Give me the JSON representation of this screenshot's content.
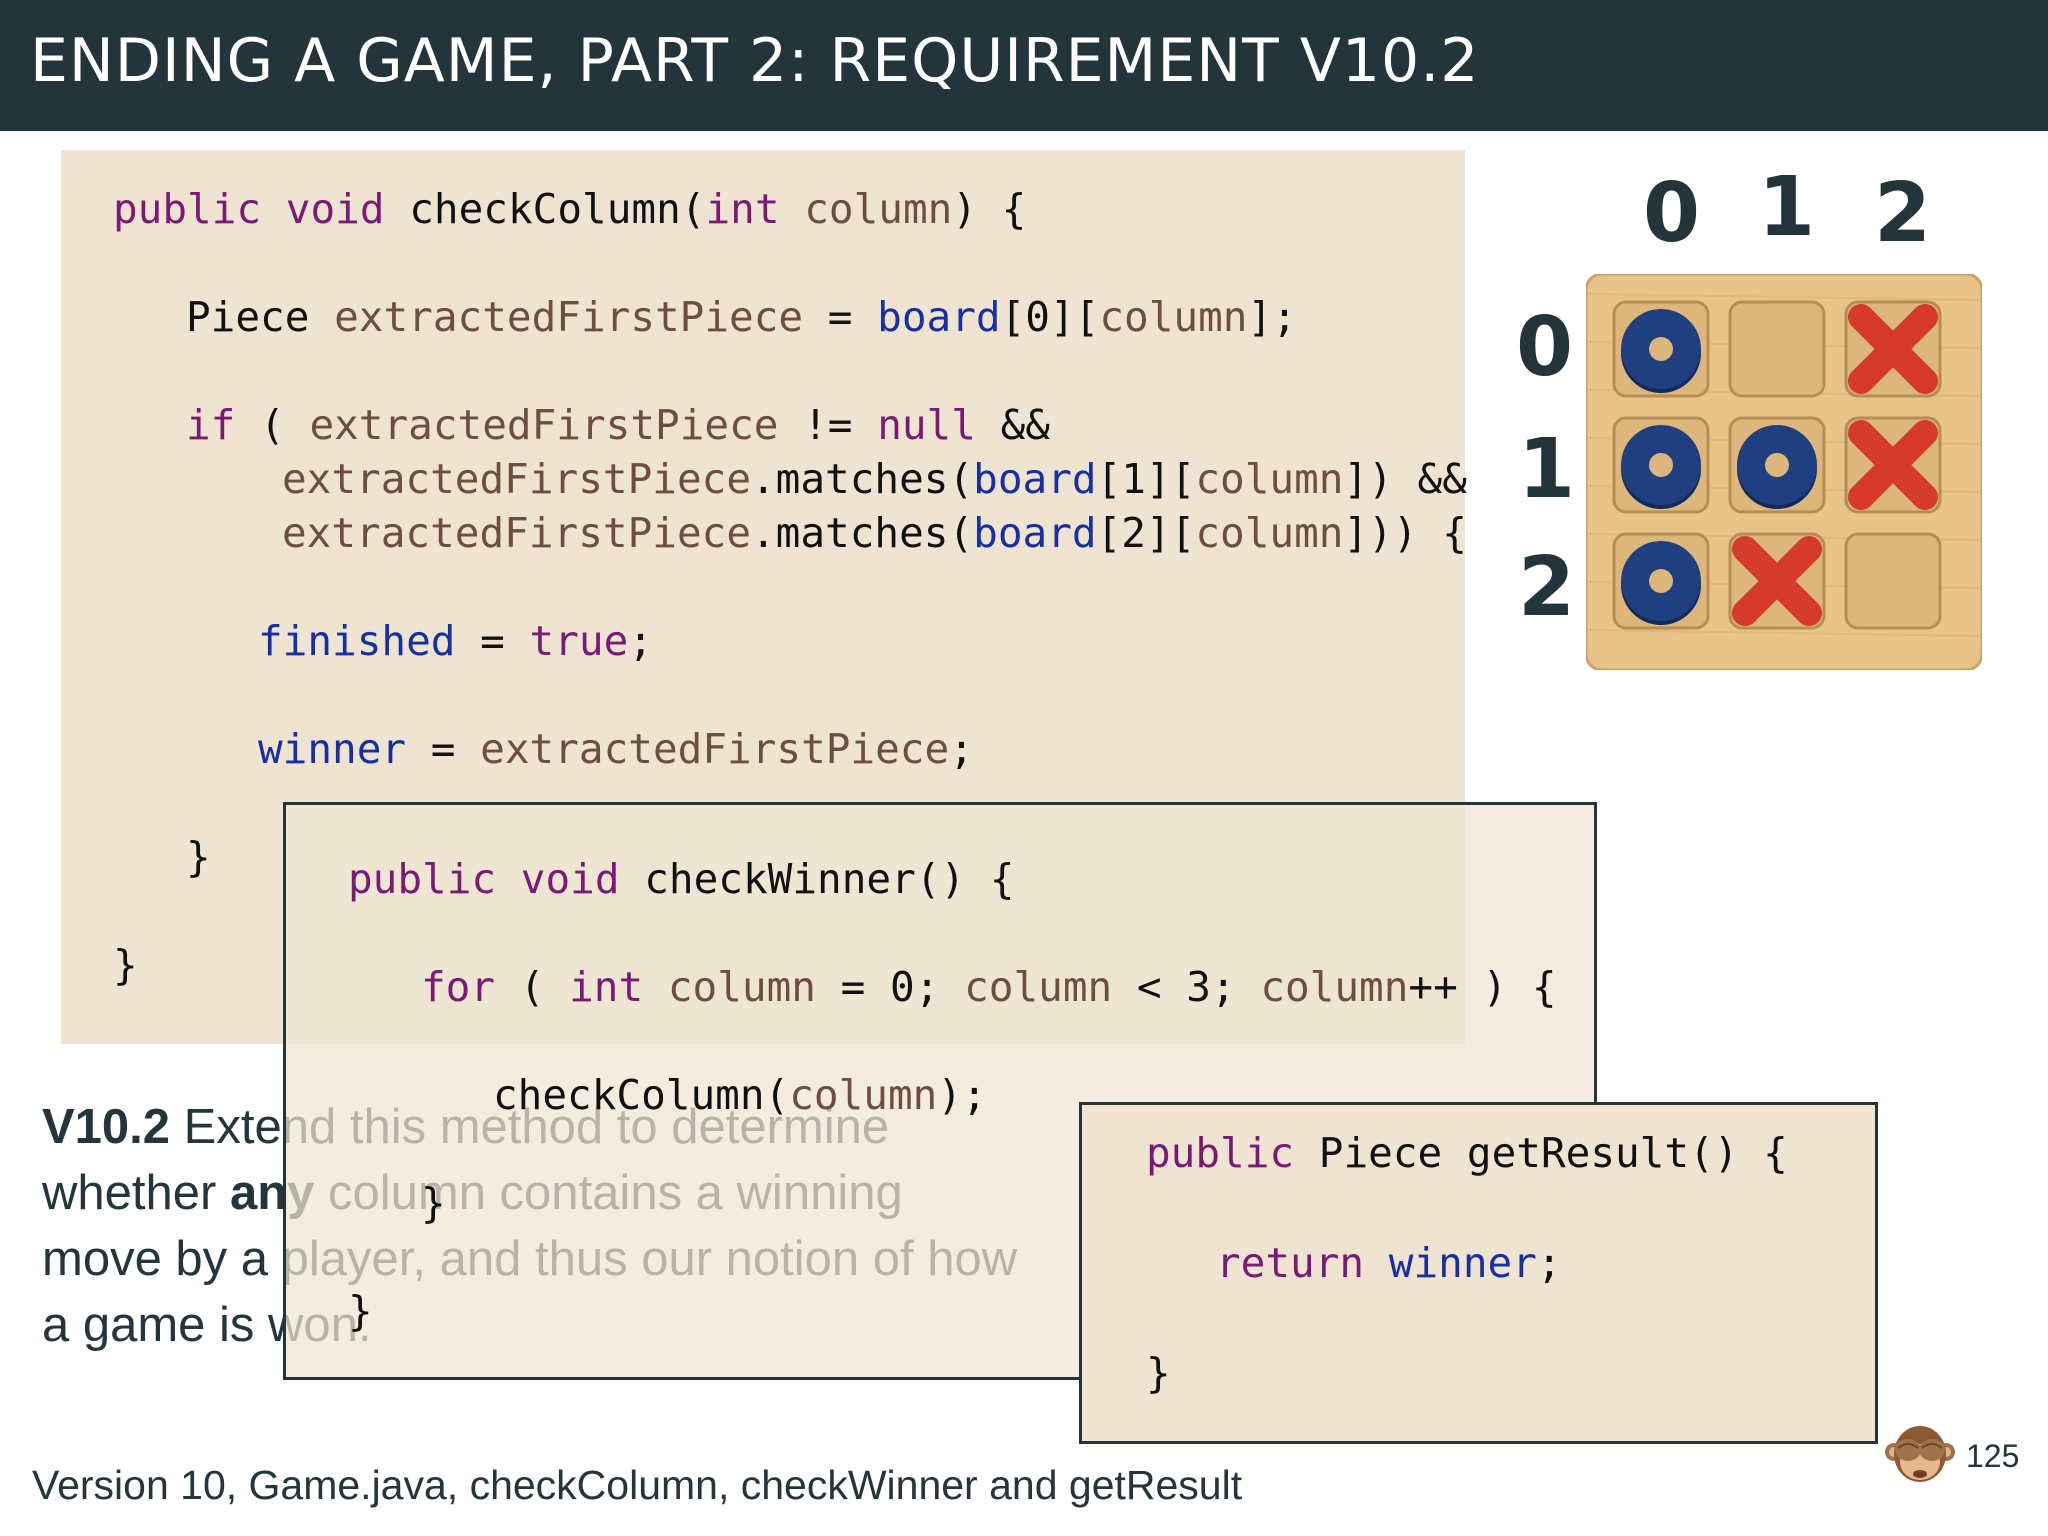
{
  "slide": {
    "title": "ENDING A GAME, PART 2: REQUIREMENT V10.2",
    "caption": "Version 10, Game.java, checkColumn, checkWinner and getResult",
    "page_number": "125",
    "monkey_icon": "see-no-evil-monkey-icon"
  },
  "code_check_column": {
    "kw_public": "public",
    "kw_void": "void",
    "method": "checkColumn(",
    "kw_int": "int",
    "param": "column",
    "sig_end": ") {",
    "type_piece": "Piece",
    "var_first": "extractedFirstPiece",
    "eq": " = ",
    "fld_board": "board",
    "idx_0": "[0][",
    "idx_col": "column",
    "idx_end": "];",
    "kw_if": "if",
    "paren_open": " ( ",
    "neq": " != ",
    "kw_null": "null",
    "and": " &&",
    "matches": ".matches(",
    "idx_1": "[1][",
    "idx_1_end": "]) &&",
    "idx_2": "[2][",
    "idx_2_end": "])) {",
    "fld_finished": "finished",
    "kw_true": "true",
    "semi": ";",
    "fld_winner": "winner",
    "close_inner": "}",
    "close_outer": "}"
  },
  "code_check_winner": {
    "kw_public": "public",
    "kw_void": "void",
    "method": "checkWinner() {",
    "kw_for": "for",
    "paren": " ( ",
    "kw_int": "int",
    "var_column": "column",
    "init": " = 0; ",
    "lt": " < 3; ",
    "inc": "++ ) {",
    "call": "checkColumn(",
    "call_end": ");",
    "close_inner": "}",
    "close_outer": "}"
  },
  "code_get_result": {
    "kw_public": "public",
    "type_piece": " Piece ",
    "method": "getResult() {",
    "kw_return": "return",
    "fld_winner": "winner",
    "semi": ";",
    "close": "}"
  },
  "requirement": {
    "label": "V10.2",
    "text_1": " Extend this method to determine whether ",
    "emph": "any",
    "text_2": " column contains a winning move by a player, and thus our notion of how a game is won."
  },
  "board": {
    "column_labels": [
      "0",
      "1",
      "2"
    ],
    "row_labels": [
      "0",
      "1",
      "2"
    ],
    "cells": [
      [
        "O",
        "",
        "X"
      ],
      [
        "O",
        "O",
        "X"
      ],
      [
        "O",
        "X",
        ""
      ]
    ],
    "colors": {
      "o_piece": "#1f3f80",
      "x_piece": "#d63a2c",
      "wood": "#e8c48a"
    }
  }
}
